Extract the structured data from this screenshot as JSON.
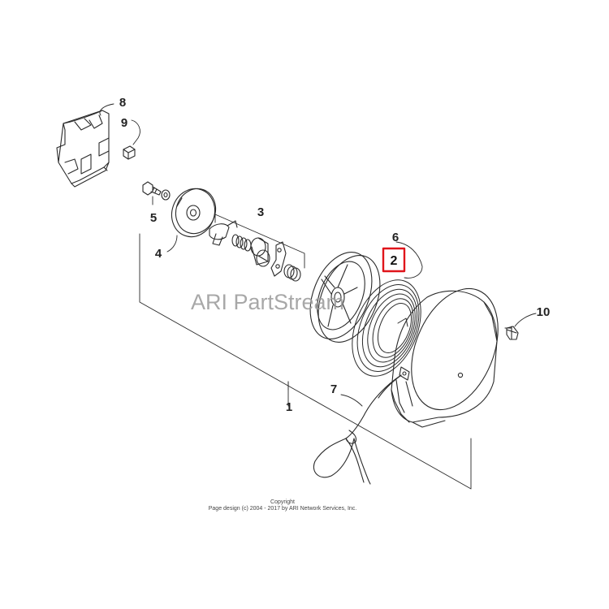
{
  "diagram": {
    "callouts": {
      "c1": "1",
      "c2": "2",
      "c3": "3",
      "c4": "4",
      "c5": "5",
      "c6": "6",
      "c7": "7",
      "c8": "8",
      "c9": "9",
      "c10": "10"
    },
    "highlighted_part": "2",
    "highlight_color": "#e0151b",
    "watermark": "ARI PartStream",
    "copyright_line1": "Copyright",
    "copyright_line2": "Page design (c) 2004 - 2017 by ARI Network Services, Inc."
  }
}
